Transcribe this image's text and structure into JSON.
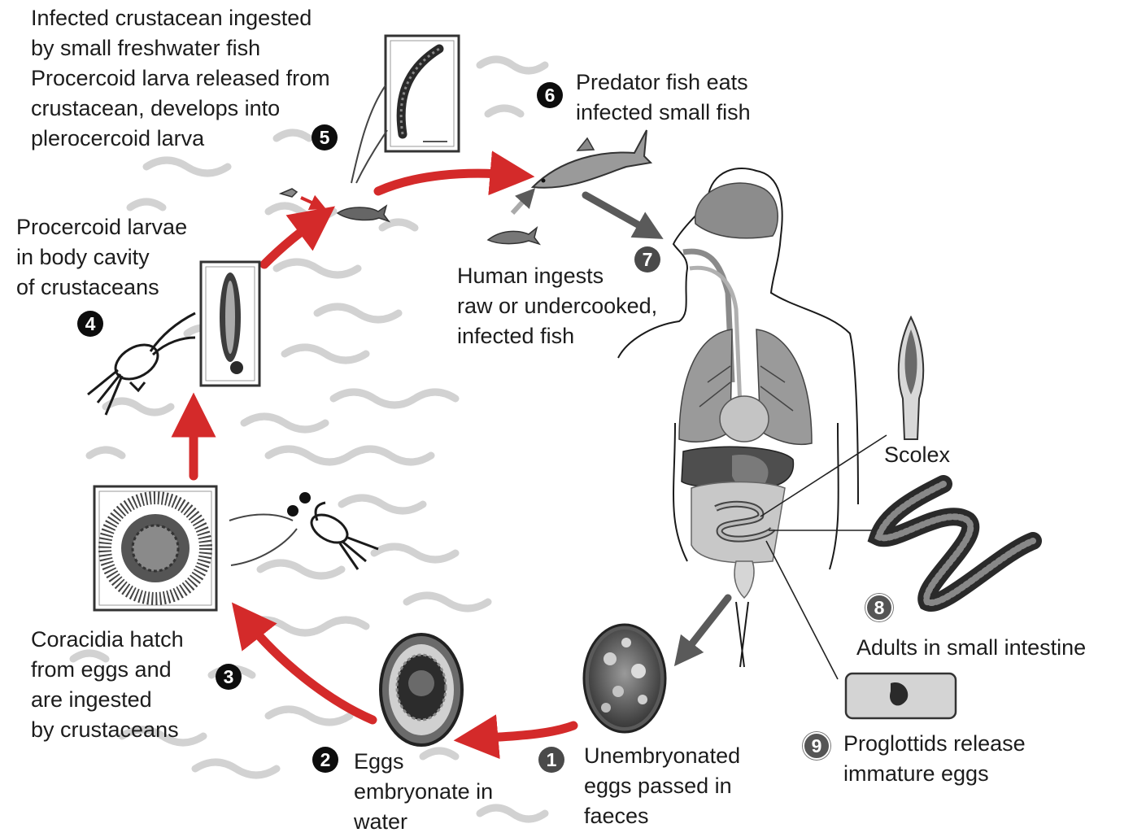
{
  "steps": [
    {
      "number": "1",
      "lines": [
        "Unembryonated",
        "eggs passed in",
        "faeces"
      ]
    },
    {
      "number": "2",
      "lines": [
        "Eggs",
        "embryonate in",
        "water"
      ]
    },
    {
      "number": "3",
      "lines": [
        "Coracidia hatch",
        "from eggs and",
        "are ingested",
        "by crustaceans"
      ]
    },
    {
      "number": "4",
      "lines": [
        "Procercoid larvae",
        "in body cavity",
        "of crustaceans"
      ]
    },
    {
      "number": "5",
      "lines": [
        "Infected crustacean ingested",
        "by small freshwater fish",
        "Procercoid larva released from",
        "crustacean, develops into",
        "plerocercoid larva"
      ]
    },
    {
      "number": "6",
      "lines": [
        "Predator fish eats",
        "infected small fish"
      ]
    },
    {
      "number": "7",
      "lines": [
        "Human ingests",
        "raw or undercooked,",
        "infected fish"
      ]
    },
    {
      "number": "8",
      "lines": [
        "Adults in small intestine"
      ]
    },
    {
      "number": "9",
      "lines": [
        "Proglottids release",
        "immature eggs"
      ]
    }
  ],
  "labels": {
    "scolex": "Scolex"
  },
  "colors": {
    "arrow_red": "#d42a2a",
    "arrow_gray": "#606060",
    "text": "#1c1c1c",
    "badge_dark": "#0d0d0d",
    "badge_gray": "#4a4a4a"
  }
}
